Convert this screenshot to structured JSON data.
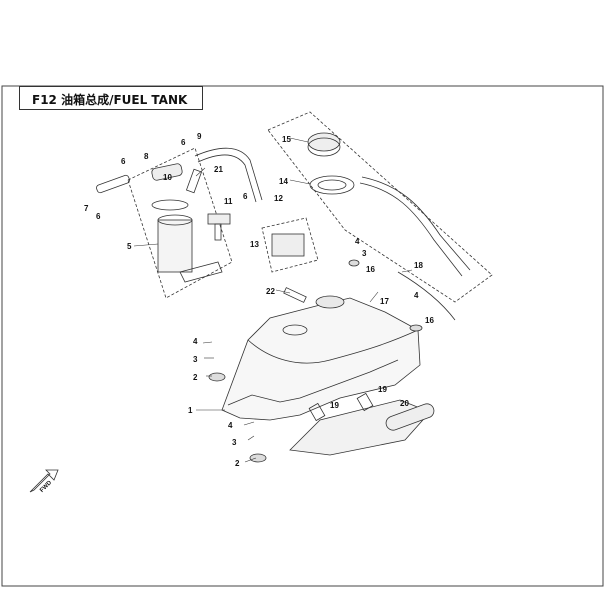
{
  "title": "F12 油箱总成/FUEL TANK",
  "fwd_label": "FWD",
  "callouts": [
    {
      "id": "c-1",
      "text": "1"
    },
    {
      "id": "c-2a",
      "text": "2"
    },
    {
      "id": "c-2b",
      "text": "2"
    },
    {
      "id": "c-3a",
      "text": "3"
    },
    {
      "id": "c-3b",
      "text": "3"
    },
    {
      "id": "c-3c",
      "text": "3"
    },
    {
      "id": "c-4a",
      "text": "4"
    },
    {
      "id": "c-4b",
      "text": "4"
    },
    {
      "id": "c-4c",
      "text": "4"
    },
    {
      "id": "c-4d",
      "text": "4"
    },
    {
      "id": "c-5",
      "text": "5"
    },
    {
      "id": "c-6a",
      "text": "6"
    },
    {
      "id": "c-6b",
      "text": "6"
    },
    {
      "id": "c-6c",
      "text": "6"
    },
    {
      "id": "c-6d",
      "text": "6"
    },
    {
      "id": "c-7",
      "text": "7"
    },
    {
      "id": "c-8",
      "text": "8"
    },
    {
      "id": "c-9",
      "text": "9"
    },
    {
      "id": "c-10",
      "text": "10"
    },
    {
      "id": "c-11",
      "text": "11"
    },
    {
      "id": "c-12",
      "text": "12"
    },
    {
      "id": "c-13",
      "text": "13"
    },
    {
      "id": "c-14",
      "text": "14"
    },
    {
      "id": "c-15",
      "text": "15"
    },
    {
      "id": "c-16a",
      "text": "16"
    },
    {
      "id": "c-16b",
      "text": "16"
    },
    {
      "id": "c-17",
      "text": "17"
    },
    {
      "id": "c-18",
      "text": "18"
    },
    {
      "id": "c-19a",
      "text": "19"
    },
    {
      "id": "c-19b",
      "text": "19"
    },
    {
      "id": "c-20",
      "text": "20"
    },
    {
      "id": "c-21",
      "text": "21"
    },
    {
      "id": "c-22",
      "text": "22"
    }
  ]
}
